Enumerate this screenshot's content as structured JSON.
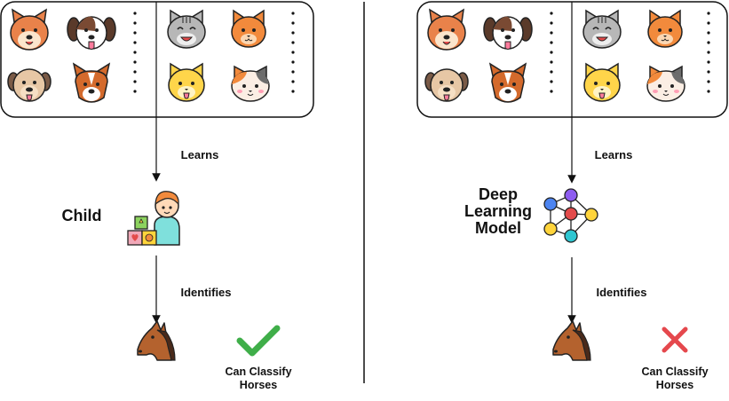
{
  "left_panel": {
    "learns_label": "Learns",
    "learner_label": "Child",
    "identifies_label": "Identifies",
    "result_caption": [
      "Can Classify",
      "Horses"
    ],
    "result_icon": "check-icon",
    "result_color": "#3fae49"
  },
  "right_panel": {
    "learns_label": "Learns",
    "learner_label": [
      "Deep",
      "Learning",
      "Model"
    ],
    "identifies_label": "Identifies",
    "result_caption": [
      "Can Classify",
      "Horses"
    ],
    "result_icon": "cross-icon",
    "result_color": "#e5484d"
  },
  "icons": {
    "dogs": [
      "shiba-dog-icon",
      "spaniel-dog-icon",
      "pug-dog-icon",
      "corgi-dog-icon"
    ],
    "cats": [
      "grey-cat-icon",
      "orange-cat-icon",
      "yellow-cat-icon",
      "calico-cat-icon"
    ],
    "child": "child-with-blocks-icon",
    "model": "neural-network-icon",
    "horse": "horse-icon"
  },
  "colors": {
    "dog_orange": "#e9824a",
    "cat_orange": "#f28a3c",
    "cat_yellow": "#ffd54a",
    "cat_grey": "#b7b7b7",
    "horse_brown": "#b4622e",
    "nn_purple": "#8e5cf0",
    "nn_red": "#e34b4b",
    "nn_yellow": "#ffd43b",
    "nn_teal": "#2ec6d1",
    "nn_blue": "#4c84f0"
  }
}
